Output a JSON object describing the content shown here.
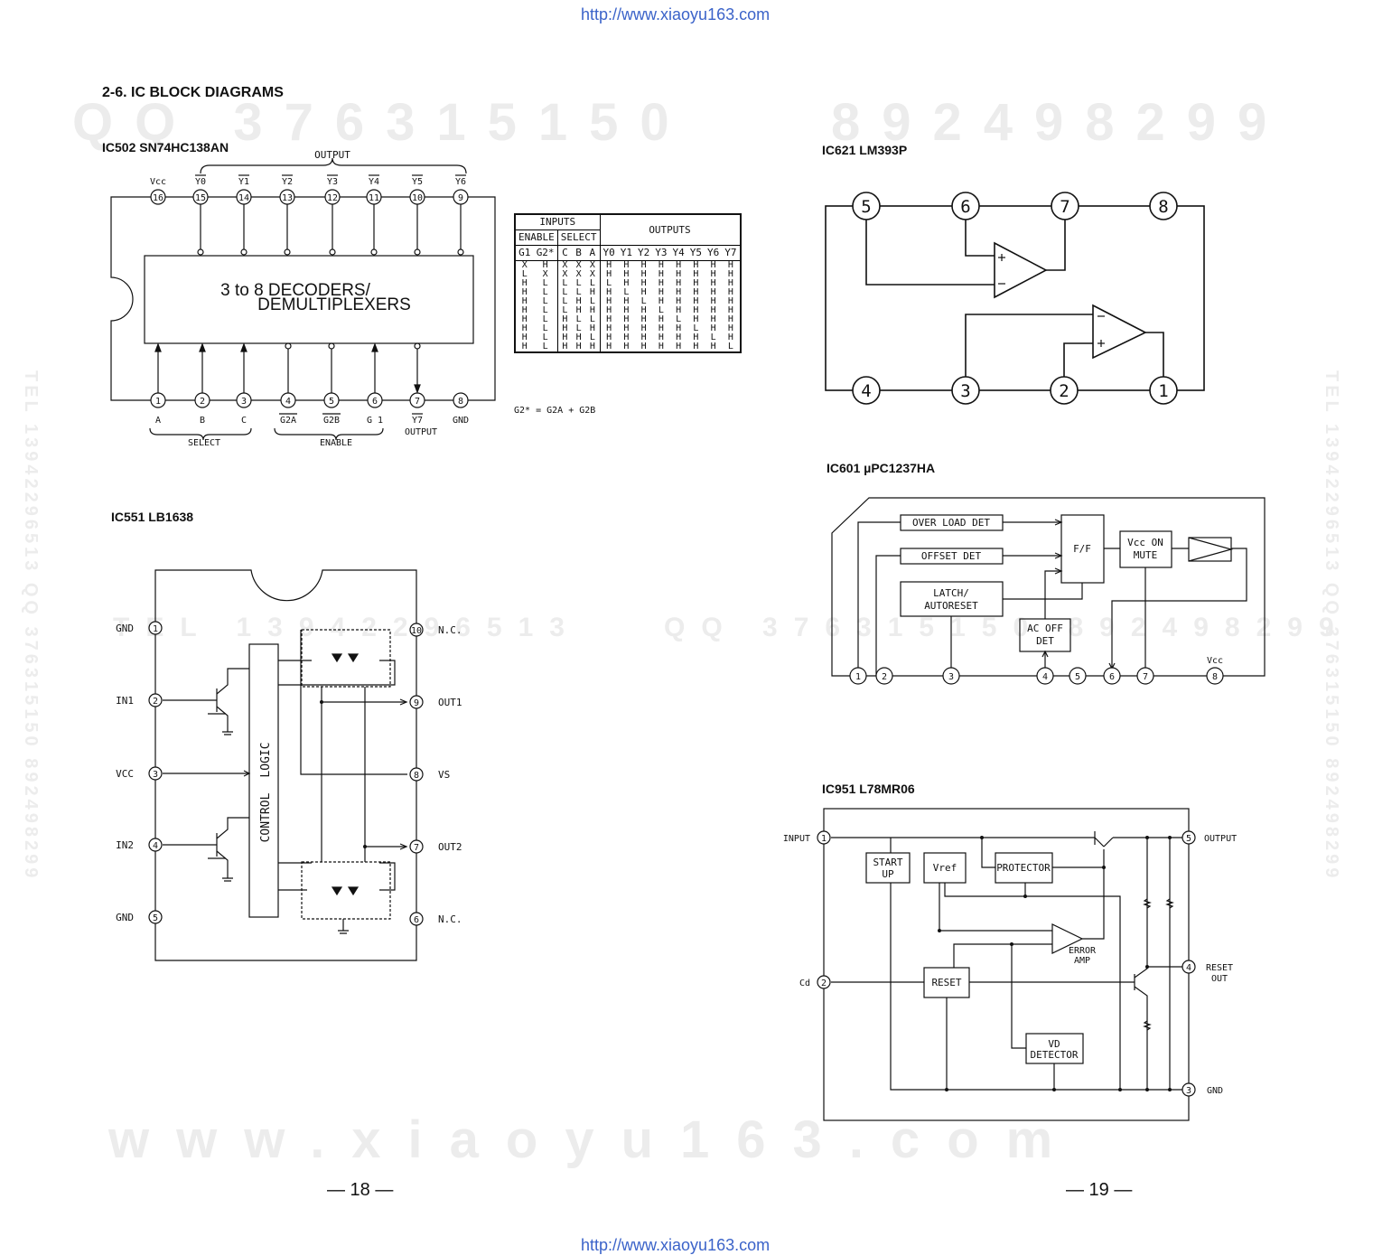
{
  "header": {
    "url": "http://www.xiaoyu163.com"
  },
  "footer": {
    "url": "http://www.xiaoyu163.com"
  },
  "watermarks": {
    "qq_top_left": "QQ 376315150",
    "qq_top_right": "892498299",
    "tel_band": "TEL 13942296513",
    "qq_band": "QQ 376315150 892498299",
    "www": "www.xiaoyu163.com",
    "tel_side": "TEL 13942296513 QQ 376315150 892498299"
  },
  "section_title": "2-6. IC BLOCK DIAGRAMS",
  "ic502": {
    "heading": "IC502  SN74HC138AN",
    "output_group": "OUTPUT",
    "top_names": [
      "Vcc",
      "Y0",
      "Y1",
      "Y2",
      "Y3",
      "Y4",
      "Y5",
      "Y6"
    ],
    "top_pins": [
      "16",
      "15",
      "14",
      "13",
      "12",
      "11",
      "10",
      "9"
    ],
    "bottom_pins": [
      "1",
      "2",
      "3",
      "4",
      "5",
      "6",
      "7",
      "8"
    ],
    "bottom_names": [
      "A",
      "B",
      "C",
      "G2A",
      "G2B",
      "G 1",
      "Y7",
      "GND"
    ],
    "block_line1": "3 to 8 DECODERS/",
    "block_line2": "DEMULTIPLEXERS",
    "select_label": "SELECT",
    "enable_label": "ENABLE",
    "output_label": "OUTPUT"
  },
  "truth_table": {
    "inputs": "INPUTS",
    "outputs": "OUTPUTS",
    "enable": "ENABLE",
    "select": "SELECT",
    "columns": [
      "G1",
      "G2*",
      "C",
      "B",
      "A",
      "Y0",
      "Y1",
      "Y2",
      "Y3",
      "Y4",
      "Y5",
      "Y6",
      "Y7"
    ],
    "rows": [
      [
        "X",
        "H",
        "X",
        "X",
        "X",
        "H",
        "H",
        "H",
        "H",
        "H",
        "H",
        "H",
        "H"
      ],
      [
        "L",
        "X",
        "X",
        "X",
        "X",
        "H",
        "H",
        "H",
        "H",
        "H",
        "H",
        "H",
        "H"
      ],
      [
        "H",
        "L",
        "L",
        "L",
        "L",
        "L",
        "H",
        "H",
        "H",
        "H",
        "H",
        "H",
        "H"
      ],
      [
        "H",
        "L",
        "L",
        "L",
        "H",
        "H",
        "L",
        "H",
        "H",
        "H",
        "H",
        "H",
        "H"
      ],
      [
        "H",
        "L",
        "L",
        "H",
        "L",
        "H",
        "H",
        "L",
        "H",
        "H",
        "H",
        "H",
        "H"
      ],
      [
        "H",
        "L",
        "L",
        "H",
        "H",
        "H",
        "H",
        "H",
        "L",
        "H",
        "H",
        "H",
        "H"
      ],
      [
        "H",
        "L",
        "H",
        "L",
        "L",
        "H",
        "H",
        "H",
        "H",
        "L",
        "H",
        "H",
        "H"
      ],
      [
        "H",
        "L",
        "H",
        "L",
        "H",
        "H",
        "H",
        "H",
        "H",
        "H",
        "L",
        "H",
        "H"
      ],
      [
        "H",
        "L",
        "H",
        "H",
        "L",
        "H",
        "H",
        "H",
        "H",
        "H",
        "H",
        "L",
        "H"
      ],
      [
        "H",
        "L",
        "H",
        "H",
        "H",
        "H",
        "H",
        "H",
        "H",
        "H",
        "H",
        "H",
        "L"
      ]
    ],
    "note": "G2* = G2A + G2B"
  },
  "ic551": {
    "heading": "IC551  LB1638",
    "left_pins": [
      {
        "name": "GND",
        "num": "1"
      },
      {
        "name": "IN1",
        "num": "2"
      },
      {
        "name": "VCC",
        "num": "3"
      },
      {
        "name": "IN2",
        "num": "4"
      },
      {
        "name": "GND",
        "num": "5"
      }
    ],
    "right_pins": [
      {
        "name": "N.C.",
        "num": "10"
      },
      {
        "name": "OUT1",
        "num": "9"
      },
      {
        "name": "VS",
        "num": "8"
      },
      {
        "name": "OUT2",
        "num": "7"
      },
      {
        "name": "N.C.",
        "num": "6"
      }
    ],
    "logic": "LOGIC",
    "control": "CONTROL"
  },
  "ic621": {
    "heading": "IC621  LM393P",
    "top_pins": [
      "5",
      "6",
      "7",
      "8"
    ],
    "bottom_pins": [
      "4",
      "3",
      "2",
      "1"
    ]
  },
  "ic601": {
    "heading": "IC601  µPC1237HA",
    "blocks": {
      "overload": "OVER LOAD DET",
      "offset": "OFFSET DET",
      "latch1": "LATCH/",
      "latch2": "AUTORESET",
      "ff": "F/F",
      "acoff1": "AC OFF",
      "acoff2": "DET",
      "vcc1": "Vcc ON",
      "vcc2": "MUTE"
    },
    "pins": [
      "1",
      "2",
      "3",
      "4",
      "5",
      "6",
      "7",
      "8"
    ],
    "vcc_label": "Vcc"
  },
  "ic951": {
    "heading": "IC951  L78MR06",
    "pins": [
      {
        "name": "INPUT",
        "num": "1"
      },
      {
        "name": "Cd",
        "num": "2"
      },
      {
        "name": "OUTPUT",
        "num": "5"
      },
      {
        "name": "GND",
        "num": "3"
      }
    ],
    "reset_out_num": "4",
    "reset_out1": "RESET",
    "reset_out2": "OUT",
    "blocks": {
      "start1": "START",
      "start2": "UP",
      "vref": "Vref",
      "protector": "PROTECTOR",
      "error1": "ERROR",
      "error2": "AMP",
      "reset": "RESET",
      "vd1": "VD",
      "vd2": "DETECTOR"
    }
  },
  "page_numbers": {
    "left": "— 18 —",
    "right": "— 19 —"
  }
}
